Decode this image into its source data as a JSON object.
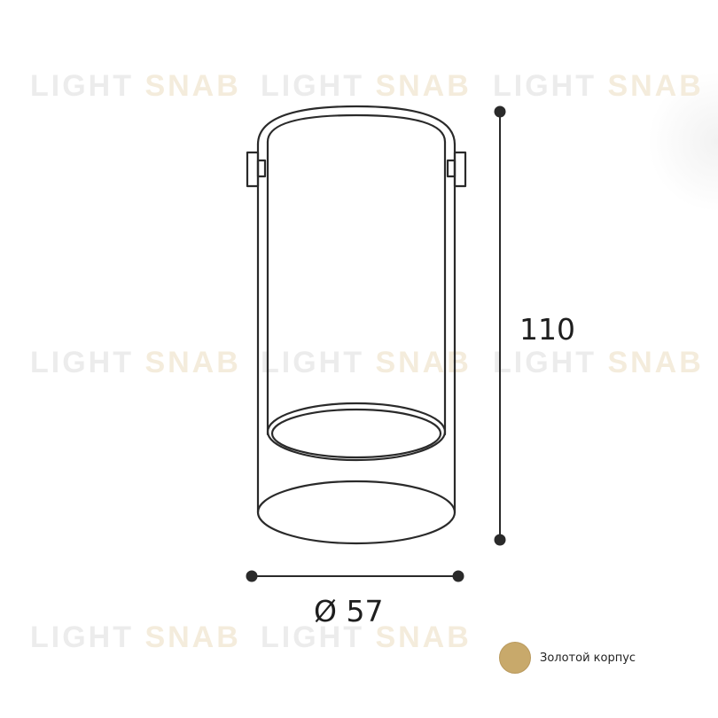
{
  "watermark": {
    "part1": "LIGHT",
    "part2": "SNAB"
  },
  "dimensions": {
    "height": "110",
    "diameter": "Ø 57"
  },
  "legend": {
    "color": "#c8a96b",
    "label": "Золотой корпус"
  },
  "colors": {
    "line": "#2a2a2a",
    "dim_line": "#2a2a2a",
    "watermark": "#ececec"
  }
}
